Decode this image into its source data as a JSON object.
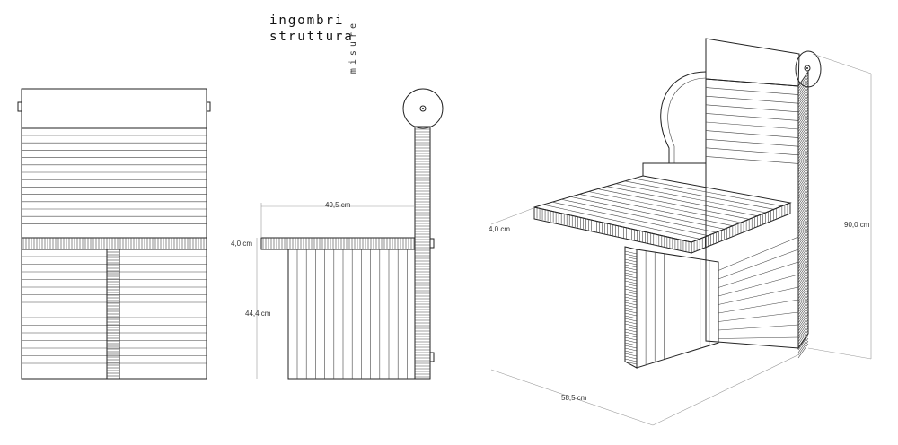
{
  "title": {
    "line1": "ingombri",
    "line2": "struttura",
    "vertical": "misure"
  },
  "dimensions": {
    "seat_width": "49,5 cm",
    "seat_thickness_side": "4,0 cm",
    "seat_height": "44,4 cm",
    "seat_thickness_iso": "4,0 cm",
    "depth_iso": "58,5 cm",
    "height_iso": "90,0 cm"
  }
}
